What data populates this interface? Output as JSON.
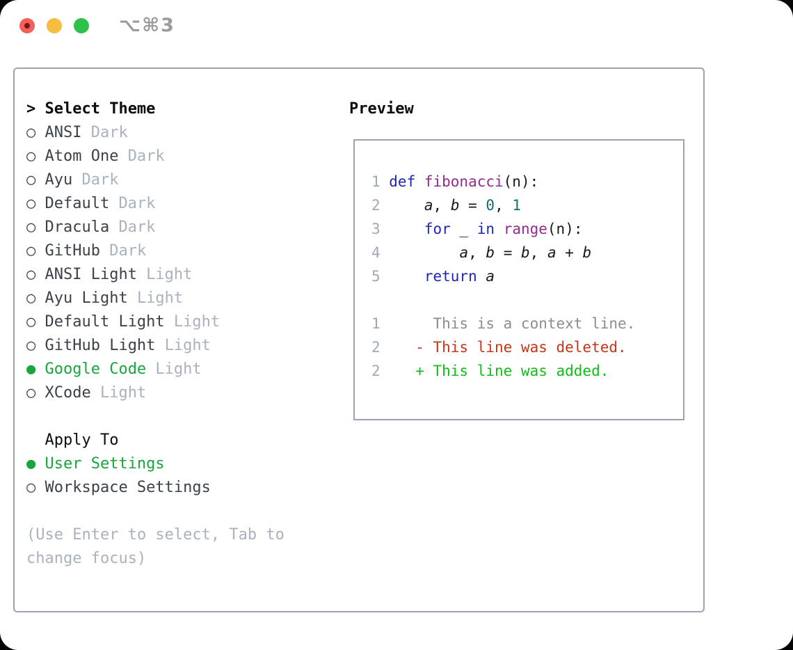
{
  "window": {
    "title": "⌥⌘3",
    "traffic_lights": [
      "close",
      "minimize",
      "zoom"
    ]
  },
  "left": {
    "header": {
      "prefix": ">",
      "label": "Select Theme"
    },
    "items": [
      {
        "name": "ANSI",
        "variant": "Dark",
        "selected": false
      },
      {
        "name": "Atom One",
        "variant": "Dark",
        "selected": false
      },
      {
        "name": "Ayu",
        "variant": "Dark",
        "selected": false
      },
      {
        "name": "Default",
        "variant": "Dark",
        "selected": false
      },
      {
        "name": "Dracula",
        "variant": "Dark",
        "selected": false
      },
      {
        "name": "GitHub",
        "variant": "Dark",
        "selected": false
      },
      {
        "name": "ANSI Light",
        "variant": "Light",
        "selected": false
      },
      {
        "name": "Ayu Light",
        "variant": "Light",
        "selected": false
      },
      {
        "name": "Default Light",
        "variant": "Light",
        "selected": false
      },
      {
        "name": "GitHub Light",
        "variant": "Light",
        "selected": false
      },
      {
        "name": "Google Code",
        "variant": "Light",
        "selected": true
      },
      {
        "name": "XCode",
        "variant": "Light",
        "selected": false
      }
    ],
    "apply": {
      "header": "Apply To",
      "options": [
        {
          "label": "User Settings",
          "selected": true
        },
        {
          "label": "Workspace Settings",
          "selected": false
        }
      ]
    },
    "hint": {
      "line1": "(Use Enter to select, Tab to",
      "line2": "change focus)"
    }
  },
  "preview": {
    "header": "Preview",
    "code": [
      {
        "num": "1",
        "tokens": [
          {
            "text": "def ",
            "style": "keyword"
          },
          {
            "text": "fibonacci",
            "style": "func"
          },
          {
            "text": "(n):",
            "style": "plain"
          }
        ]
      },
      {
        "num": "2",
        "tokens": [
          {
            "text": "    ",
            "style": "plain"
          },
          {
            "text": "a",
            "style": "var"
          },
          {
            "text": ", ",
            "style": "plain"
          },
          {
            "text": "b",
            "style": "var"
          },
          {
            "text": " = ",
            "style": "plain"
          },
          {
            "text": "0",
            "style": "number"
          },
          {
            "text": ", ",
            "style": "plain"
          },
          {
            "text": "1",
            "style": "number"
          }
        ]
      },
      {
        "num": "3",
        "tokens": [
          {
            "text": "    ",
            "style": "plain"
          },
          {
            "text": "for",
            "style": "keyword"
          },
          {
            "text": " _ ",
            "style": "plain"
          },
          {
            "text": "in",
            "style": "keyword"
          },
          {
            "text": " ",
            "style": "plain"
          },
          {
            "text": "range",
            "style": "func"
          },
          {
            "text": "(n):",
            "style": "plain"
          }
        ]
      },
      {
        "num": "4",
        "tokens": [
          {
            "text": "        ",
            "style": "plain"
          },
          {
            "text": "a",
            "style": "var"
          },
          {
            "text": ", ",
            "style": "plain"
          },
          {
            "text": "b",
            "style": "var"
          },
          {
            "text": " = ",
            "style": "plain"
          },
          {
            "text": "b",
            "style": "var"
          },
          {
            "text": ", ",
            "style": "plain"
          },
          {
            "text": "a",
            "style": "var"
          },
          {
            "text": " + ",
            "style": "plain"
          },
          {
            "text": "b",
            "style": "var"
          }
        ]
      },
      {
        "num": "5",
        "tokens": [
          {
            "text": "    ",
            "style": "plain"
          },
          {
            "text": "return",
            "style": "keyword"
          },
          {
            "text": " ",
            "style": "plain"
          },
          {
            "text": "a",
            "style": "var"
          }
        ]
      }
    ],
    "diff": [
      {
        "num": "1",
        "style": "context",
        "prefix": "     ",
        "text": "This is a context line."
      },
      {
        "num": "2",
        "style": "deleted",
        "prefix": "   - ",
        "text": "This line was deleted."
      },
      {
        "num": "2",
        "style": "added",
        "prefix": "   + ",
        "text": "This line was added."
      }
    ]
  },
  "colors": {
    "selection_green": "#17a53c",
    "diff_added": "#10bd16",
    "diff_deleted": "#c83418",
    "diff_context": "#8a8e94",
    "keyword_blue": "#1e26b4",
    "function_purple": "#942a90",
    "literal_teal": "#0e6f6f",
    "muted_gray": "#a9b2bd",
    "line_number_gray": "#9fa9b5",
    "border_gray": "#9aa3ae",
    "traffic_red": "#f2605c",
    "traffic_yellow": "#f6bd40",
    "traffic_green": "#2ec149"
  }
}
